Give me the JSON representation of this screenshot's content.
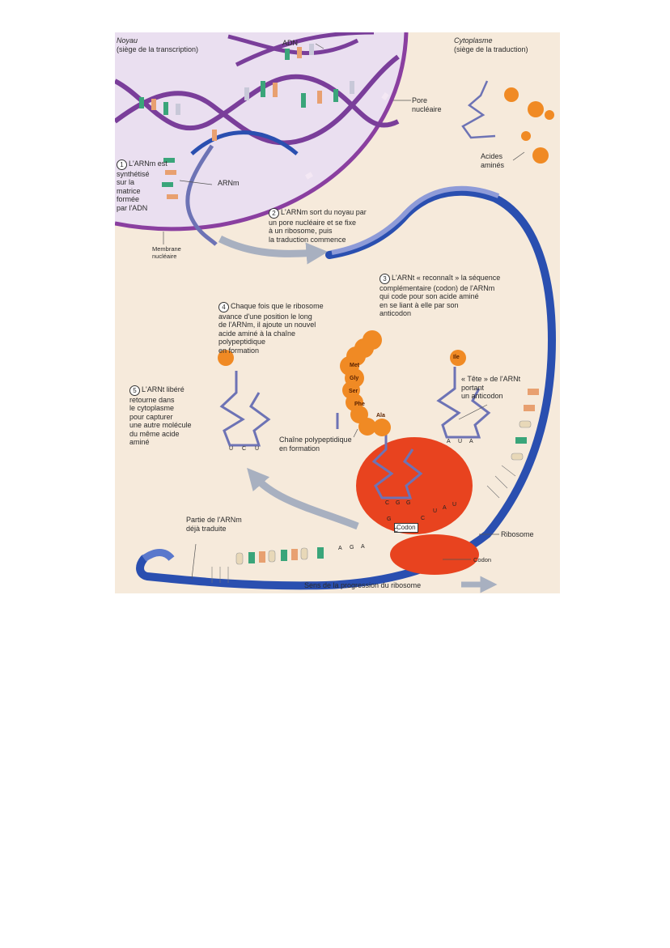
{
  "labels": {
    "noyau": "Noyau",
    "noyau_sub": "(siège de la transcription)",
    "adn": "ADN",
    "cytoplasme": "Cytoplasme",
    "cytoplasme_sub": "(siège de la traduction)",
    "pore": "Pore\nnucléaire",
    "acides": "Acides\naminés",
    "arnm": "ARNm",
    "membrane": "Membrane\nnucléaire",
    "step1_num": "1",
    "step1": "L'ARNm est\nsynthétisé\nsur la\nmatrice\nformée\npar l'ADN",
    "step2_num": "2",
    "step2": "L'ARNm sort du noyau par\nun pore nucléaire et se fixe\nà un ribosome, puis\nla traduction commence",
    "step3_num": "3",
    "step3": "L'ARNt « reconnaît » la séquence\ncomplémentaire (codon) de l'ARNm\nqui code pour son acide aminé\nen se liant à elle par son\nanticodon",
    "step4_num": "4",
    "step4": "Chaque fois que le ribosome\navance d'une position le long\nde l'ARNm, il ajoute un nouvel\nacide aminé à la chaîne\npolypeptidique\nen formation",
    "step5_num": "5",
    "step5": "L'ARNt libéré\nretourne dans\nle cytoplasme\npour capturer\nune autre molécule\ndu même acide\naminé",
    "tete": "« Tête » de l'ARNt\nportant\nun anticodon",
    "chaine": "Chaîne polypeptidique\nen formation",
    "partie": "Partie de l'ARNm\ndéjà traduite",
    "ribosome": "Ribosome",
    "codon_box": "Codon",
    "codon": "Codon",
    "sens": "Sens de la progression du ribosome"
  },
  "amino_acids": [
    "Met",
    "Gly",
    "Ser",
    "Phe",
    "Ala",
    "Ile"
  ],
  "anticodon_free": [
    "U",
    "C",
    "U"
  ],
  "anticodon_incoming": [
    "A",
    "U",
    "A"
  ],
  "anticodon_bound": [
    "C",
    "G",
    "G"
  ],
  "codon_bases": [
    "U",
    "A",
    "U"
  ],
  "mrna_bases": [
    "A",
    "G",
    "A",
    "G",
    "C",
    "C"
  ],
  "colors": {
    "background": "#f6eadb",
    "nucleus": "#eadff0",
    "membrane": "#8a3fa0",
    "mrna": "#2a4fb0",
    "trna": "#6d73b5",
    "amino_acid": "#f08a24",
    "ribosome": "#e8431f",
    "arrow": "#a8b0c0"
  }
}
